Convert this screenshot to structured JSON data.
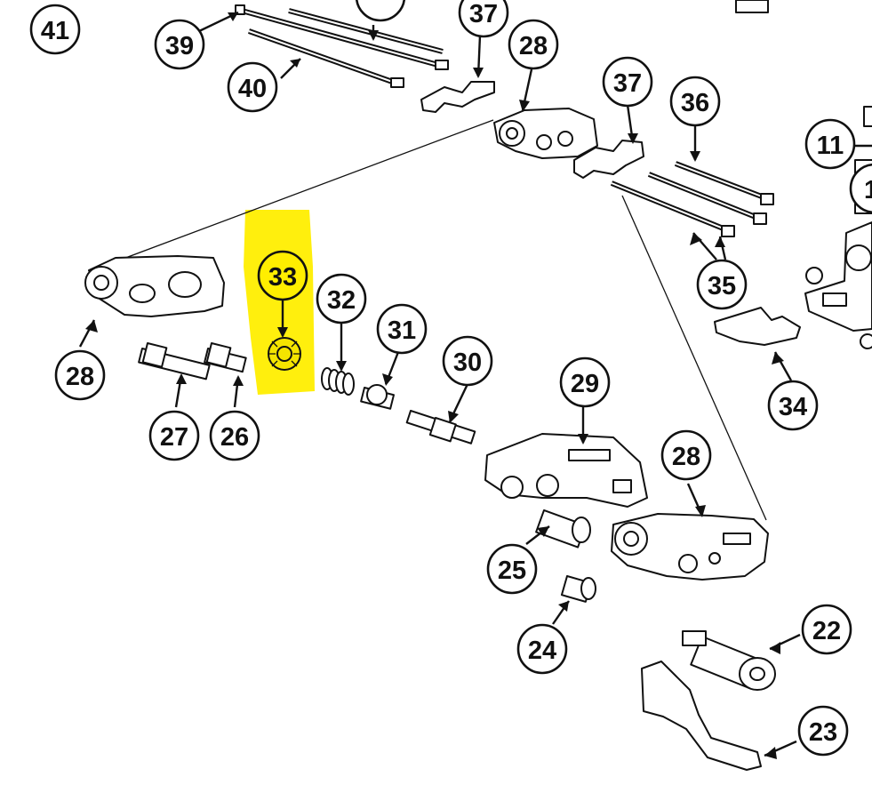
{
  "highlight_color": "#ffee00",
  "callouts": [
    {
      "id": "c41",
      "label": "41"
    },
    {
      "id": "c39",
      "label": "39"
    },
    {
      "id": "c40",
      "label": "40"
    },
    {
      "id": "c37a",
      "label": "37"
    },
    {
      "id": "c28a",
      "label": "28"
    },
    {
      "id": "c37b",
      "label": "37"
    },
    {
      "id": "c36",
      "label": "36"
    },
    {
      "id": "c11",
      "label": "11"
    },
    {
      "id": "c1x",
      "label": "1"
    },
    {
      "id": "c35",
      "label": "35"
    },
    {
      "id": "c34",
      "label": "34"
    },
    {
      "id": "c33",
      "label": "33"
    },
    {
      "id": "c32",
      "label": "32"
    },
    {
      "id": "c31",
      "label": "31"
    },
    {
      "id": "c30",
      "label": "30"
    },
    {
      "id": "c29",
      "label": "29"
    },
    {
      "id": "c28b",
      "label": "28"
    },
    {
      "id": "c28c",
      "label": "28"
    },
    {
      "id": "c27",
      "label": "27"
    },
    {
      "id": "c26",
      "label": "26"
    },
    {
      "id": "c25",
      "label": "25"
    },
    {
      "id": "c24",
      "label": "24"
    },
    {
      "id": "c22",
      "label": "22"
    },
    {
      "id": "c23",
      "label": "23"
    }
  ]
}
